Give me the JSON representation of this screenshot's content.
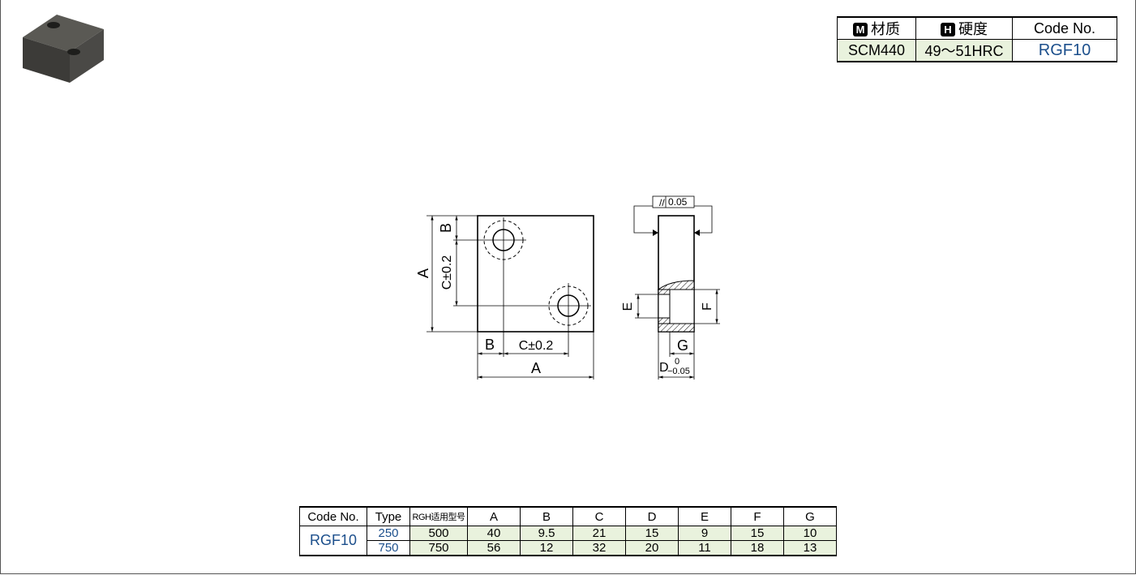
{
  "material_table": {
    "material_header": "材质",
    "material_badge": "M",
    "hardness_header": "硬度",
    "hardness_badge": "H",
    "code_header": "Code No.",
    "material": "SCM440",
    "hardness": "49～51HRC",
    "code": "RGF10"
  },
  "drawing_labels": {
    "dim_A": "A",
    "dim_B": "B",
    "dim_C_tol": "C±0.2",
    "dim_E": "E",
    "dim_F": "F",
    "dim_G": "G",
    "dim_D": "D",
    "d_tol_upper": "0",
    "d_tol_lower": "−0.05",
    "parallelism_symbol": "//",
    "parallelism_value": "0.05"
  },
  "spec_table": {
    "headers": [
      "Code No.",
      "Type",
      "RGH适用型号",
      "A",
      "B",
      "C",
      "D",
      "E",
      "F",
      "G"
    ],
    "code": "RGF10",
    "rows": [
      [
        "250",
        "500",
        "40",
        "9.5",
        "21",
        "15",
        "9",
        "15",
        "10"
      ],
      [
        "750",
        "750",
        "56",
        "12",
        "32",
        "20",
        "11",
        "18",
        "13"
      ]
    ]
  }
}
